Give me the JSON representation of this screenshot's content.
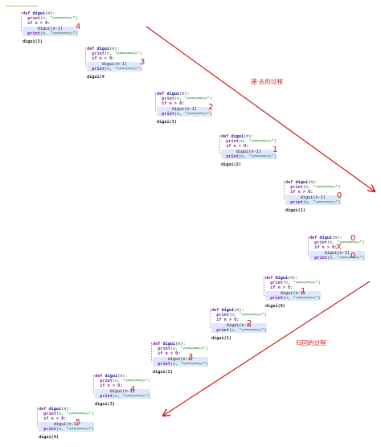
{
  "code": {
    "def_kw": "def",
    "func": "digui",
    "params": "(n):",
    "print_stmt": "print",
    "print_args": "(n, \"<==<==>>\")",
    "if_line": "if n > 0:",
    "rec_call": "digui(n-1)",
    "print_after": "(n, \"<==<==>>\")"
  },
  "blocks": [
    {
      "call": "digui(5)",
      "annot": "4"
    },
    {
      "call": "digui(4",
      "annot": "3"
    },
    {
      "call": "digui(3)",
      "annot": "2"
    },
    {
      "call": "digui(2)",
      "annot": "1"
    },
    {
      "call": "digui(1)",
      "annot": "0"
    },
    {
      "call": "",
      "annot_top": "0",
      "annot_mid": "X",
      "annot_bot": "0"
    },
    {
      "call": "digui(0)",
      "annot": "1"
    },
    {
      "call": "digui(1)",
      "annot": "2"
    },
    {
      "call": "digui(2)",
      "annot": "3"
    },
    {
      "call": "digui(3)",
      "annot": "4"
    },
    {
      "call": "digui(4)",
      "annot": "5"
    }
  ],
  "labels": {
    "forward": "递·去的过程",
    "backward": "归回的过程"
  },
  "colors": {
    "arrow": "#d11a1a",
    "highlight": "#dfe7ff",
    "keyword": "#7a1fa2",
    "string": "#0b7a0b"
  }
}
